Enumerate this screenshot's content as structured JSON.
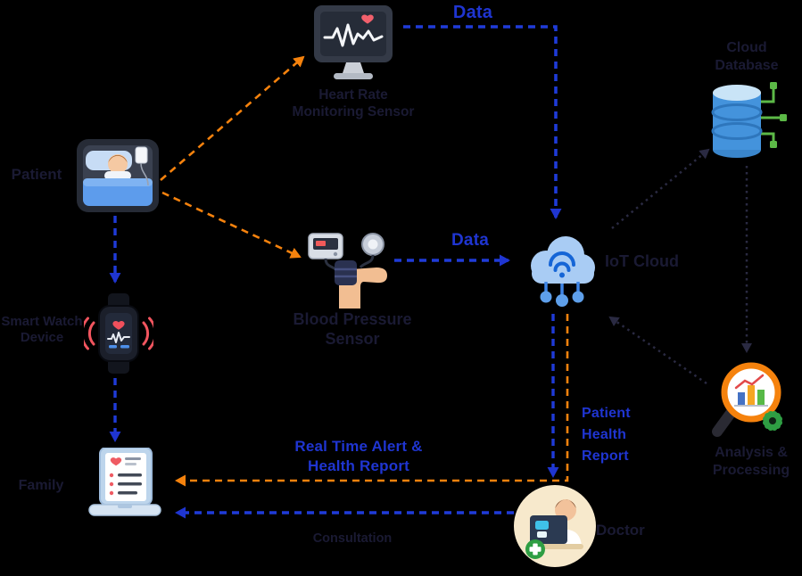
{
  "colors": {
    "background": "#000000",
    "accent_blue": "#1F35D1",
    "accent_orange": "#F5820D",
    "dark_dotted": "#2A2A42",
    "dark_text": "#1A1A33"
  },
  "nodes": {
    "patient": {
      "label": "Patient"
    },
    "heart_rate_sensor": {
      "label": "Heart Rate Monitoring Sensor"
    },
    "blood_pressure_sensor": {
      "label": "Blood Pressure Sensor"
    },
    "iot_cloud": {
      "label": "IoT Cloud"
    },
    "cloud_database": {
      "label": "Cloud Database"
    },
    "data_analysis": {
      "label": "Analysis & Processing"
    },
    "smart_watch": {
      "label": "Smart Watch Device"
    },
    "family": {
      "label": "Family"
    },
    "doctor": {
      "label": "Doctor"
    }
  },
  "edge_labels": {
    "data_top": "Data",
    "data_mid": "Data",
    "patient_health_report": "Patient Health Report",
    "real_time_alert": "Real Time Alert & Health Report",
    "consultation": "Consultation"
  },
  "edges": [
    {
      "from": "patient",
      "to": "heart_rate_sensor",
      "style": "dashed",
      "color": "#F5820D"
    },
    {
      "from": "patient",
      "to": "blood_pressure_sensor",
      "style": "dashed",
      "color": "#F5820D"
    },
    {
      "from": "heart_rate_sensor",
      "to": "iot_cloud",
      "style": "dashed",
      "color": "#1F35D1",
      "label": "Data"
    },
    {
      "from": "blood_pressure_sensor",
      "to": "iot_cloud",
      "style": "dashed",
      "color": "#1F35D1",
      "label": "Data"
    },
    {
      "from": "iot_cloud",
      "to": "cloud_database",
      "style": "dotted",
      "color": "#2A2A42"
    },
    {
      "from": "cloud_database",
      "to": "data_analysis",
      "style": "dotted",
      "color": "#2A2A42"
    },
    {
      "from": "data_analysis",
      "to": "iot_cloud",
      "style": "dotted",
      "color": "#2A2A42"
    },
    {
      "from": "iot_cloud",
      "to": "doctor",
      "style": "dashed",
      "color": "#1F35D1",
      "label": "Patient Health Report"
    },
    {
      "from": "iot_cloud",
      "to": "family",
      "style": "dashed",
      "color": "#F5820D",
      "label": "Real Time Alert & Health Report"
    },
    {
      "from": "doctor",
      "to": "family",
      "style": "dashed",
      "color": "#1F35D1",
      "label": "Consultation"
    },
    {
      "from": "patient",
      "to": "smart_watch",
      "style": "dashed",
      "color": "#1F35D1"
    },
    {
      "from": "smart_watch",
      "to": "family",
      "style": "dashed",
      "color": "#1F35D1"
    }
  ]
}
